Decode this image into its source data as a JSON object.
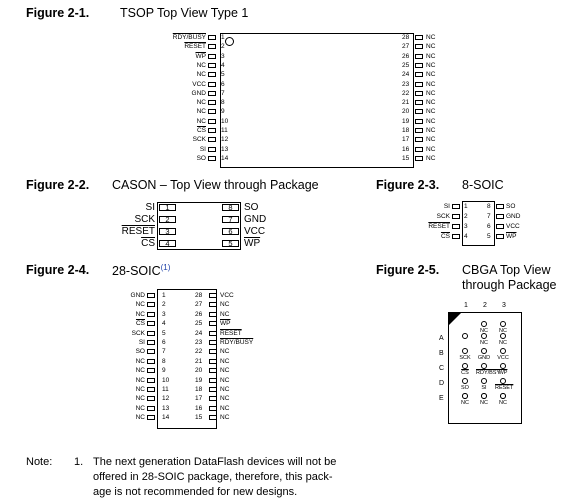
{
  "fig1": {
    "num": "Figure 2-1.",
    "title": "TSOP Top View Type 1",
    "left": [
      {
        "n": "1",
        "l": "RDY/BUSY",
        "ov": true
      },
      {
        "n": "2",
        "l": "RESET",
        "ov": true
      },
      {
        "n": "3",
        "l": "WP",
        "ov": true
      },
      {
        "n": "4",
        "l": "NC"
      },
      {
        "n": "5",
        "l": "NC"
      },
      {
        "n": "6",
        "l": "VCC"
      },
      {
        "n": "7",
        "l": "GND"
      },
      {
        "n": "8",
        "l": "NC"
      },
      {
        "n": "9",
        "l": "NC"
      },
      {
        "n": "10",
        "l": "NC"
      },
      {
        "n": "11",
        "l": "CS",
        "ov": true
      },
      {
        "n": "12",
        "l": "SCK"
      },
      {
        "n": "13",
        "l": "SI"
      },
      {
        "n": "14",
        "l": "SO"
      }
    ],
    "right": [
      {
        "n": "28",
        "l": "NC"
      },
      {
        "n": "27",
        "l": "NC"
      },
      {
        "n": "26",
        "l": "NC"
      },
      {
        "n": "25",
        "l": "NC"
      },
      {
        "n": "24",
        "l": "NC"
      },
      {
        "n": "23",
        "l": "NC"
      },
      {
        "n": "22",
        "l": "NC"
      },
      {
        "n": "21",
        "l": "NC"
      },
      {
        "n": "20",
        "l": "NC"
      },
      {
        "n": "19",
        "l": "NC"
      },
      {
        "n": "18",
        "l": "NC"
      },
      {
        "n": "17",
        "l": "NC"
      },
      {
        "n": "16",
        "l": "NC"
      },
      {
        "n": "15",
        "l": "NC"
      }
    ]
  },
  "fig2": {
    "num": "Figure 2-2.",
    "title": "CASON – Top View through Package",
    "left": [
      {
        "n": "1",
        "l": "SI"
      },
      {
        "n": "2",
        "l": "SCK"
      },
      {
        "n": "3",
        "l": "RESET",
        "ov": true
      },
      {
        "n": "4",
        "l": "CS",
        "ov": true
      }
    ],
    "right": [
      {
        "n": "8",
        "l": "SO"
      },
      {
        "n": "7",
        "l": "GND"
      },
      {
        "n": "6",
        "l": "VCC"
      },
      {
        "n": "5",
        "l": "WP",
        "ov": true
      }
    ]
  },
  "fig3": {
    "num": "Figure 2-3.",
    "title": "8-SOIC",
    "left": [
      {
        "n": "1",
        "l": "SI"
      },
      {
        "n": "2",
        "l": "SCK"
      },
      {
        "n": "3",
        "l": "RESET",
        "ov": true
      },
      {
        "n": "4",
        "l": "CS",
        "ov": true
      }
    ],
    "right": [
      {
        "n": "8",
        "l": "SO"
      },
      {
        "n": "7",
        "l": "GND"
      },
      {
        "n": "6",
        "l": "VCC"
      },
      {
        "n": "5",
        "l": "WP",
        "ov": true
      }
    ]
  },
  "fig4": {
    "num": "Figure 2-4.",
    "title": "28-SOIC",
    "sup": "(1)",
    "left": [
      {
        "n": "1",
        "l": "GND"
      },
      {
        "n": "2",
        "l": "NC"
      },
      {
        "n": "3",
        "l": "NC"
      },
      {
        "n": "4",
        "l": "CS",
        "ov": true
      },
      {
        "n": "5",
        "l": "SCK"
      },
      {
        "n": "6",
        "l": "SI"
      },
      {
        "n": "7",
        "l": "SO"
      },
      {
        "n": "8",
        "l": "NC"
      },
      {
        "n": "9",
        "l": "NC"
      },
      {
        "n": "10",
        "l": "NC"
      },
      {
        "n": "11",
        "l": "NC"
      },
      {
        "n": "12",
        "l": "NC"
      },
      {
        "n": "13",
        "l": "NC"
      },
      {
        "n": "14",
        "l": "NC"
      }
    ],
    "right": [
      {
        "n": "28",
        "l": "VCC"
      },
      {
        "n": "27",
        "l": "NC"
      },
      {
        "n": "26",
        "l": "NC"
      },
      {
        "n": "25",
        "l": "WP",
        "ov": true
      },
      {
        "n": "24",
        "l": "RESET",
        "ov": true
      },
      {
        "n": "23",
        "l": "RDY/BUSY",
        "ov": true
      },
      {
        "n": "22",
        "l": "NC"
      },
      {
        "n": "21",
        "l": "NC"
      },
      {
        "n": "20",
        "l": "NC"
      },
      {
        "n": "19",
        "l": "NC"
      },
      {
        "n": "18",
        "l": "NC"
      },
      {
        "n": "17",
        "l": "NC"
      },
      {
        "n": "16",
        "l": "NC"
      },
      {
        "n": "15",
        "l": "NC"
      }
    ]
  },
  "fig5": {
    "num": "Figure 2-5.",
    "title_line1": "CBGA Top View",
    "title_line2": "through Package",
    "cols": [
      "1",
      "2",
      "3"
    ],
    "rows": [
      "A",
      "B",
      "C",
      "D",
      "E"
    ],
    "cells": [
      {
        "r": 0,
        "c": 1,
        "l": "NC"
      },
      {
        "r": 0,
        "c": 2,
        "l": "NC"
      },
      {
        "r": 1,
        "c": 0,
        "l": "SCK"
      },
      {
        "r": 1,
        "c": 1,
        "l": "GND"
      },
      {
        "r": 1,
        "c": 2,
        "l": "VCC"
      },
      {
        "r": 2,
        "c": 0,
        "l": "CS",
        "ov": true
      },
      {
        "r": 2,
        "c": 1,
        "l": "RDY/BSY",
        "ov": true
      },
      {
        "r": 2,
        "c": 2,
        "l": "WP",
        "ov": true
      },
      {
        "r": 3,
        "c": 0,
        "l": "SO"
      },
      {
        "r": 3,
        "c": 1,
        "l": "SI"
      },
      {
        "r": 3,
        "c": 2,
        "l": "RESET",
        "ov": true
      },
      {
        "r": 4,
        "c": 0,
        "l": "NC"
      },
      {
        "r": 4,
        "c": 1,
        "l": "NC"
      },
      {
        "r": 4,
        "c": 2,
        "l": "NC"
      }
    ],
    "top_row": [
      {
        "c": 1,
        "l": "NC"
      },
      {
        "c": 2,
        "l": "NC"
      }
    ]
  },
  "note": {
    "label": "Note:",
    "num": "1.",
    "text": "The next generation DataFlash devices will not be offered in 28-SOIC package, therefore, this package is not recommended for new designs.",
    "line1": "The next generation DataFlash devices will not be",
    "line2": "offered in 28-SOIC package, therefore, this pack-",
    "line3": "age is not recommended for new designs."
  }
}
